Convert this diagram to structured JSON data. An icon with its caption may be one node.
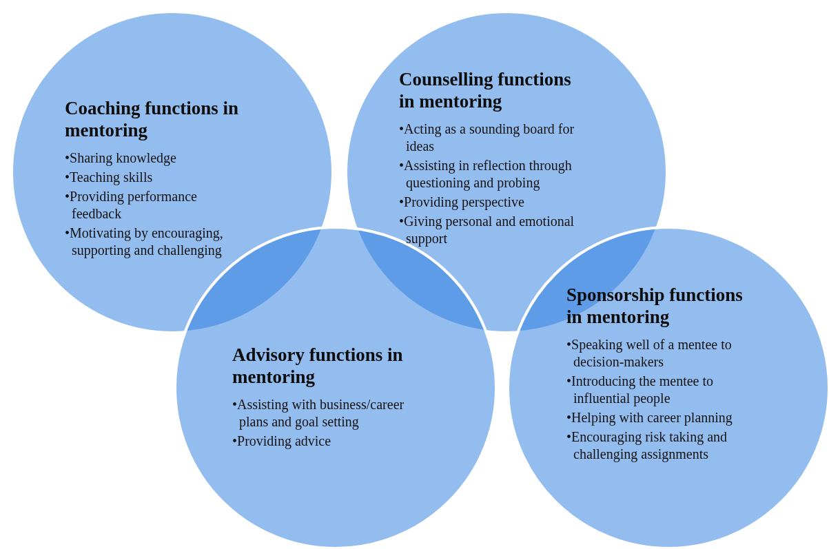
{
  "diagram": {
    "nodes": [
      {
        "text": [
          "Coaching functions in mentoring",
          "•Sharing knowledge",
          "•Teaching skills",
          "•Providing performance feedback",
          "•Motivating by encouraging, supporting and challenging"
        ]
      },
      {
        "text": [
          "Counselling functions in mentoring",
          "•Acting as a sounding board for ideas",
          "•Assisting in reflection through questioning and probing",
          "•Providing perspective",
          "•Giving personal and emotional support"
        ]
      },
      {
        "text": [
          "Advisory functions in mentoring",
          "•Assisting with business/career plans and goal setting",
          "•Providing advice"
        ]
      },
      {
        "text": [
          "Sponsorship functions in mentoring",
          "•Speaking well of a mentee to decision-makers",
          "•Introducing the mentee to influential people",
          "•Helping with career planning",
          "•Encouraging risk taking and challenging assignments"
        ]
      }
    ]
  }
}
